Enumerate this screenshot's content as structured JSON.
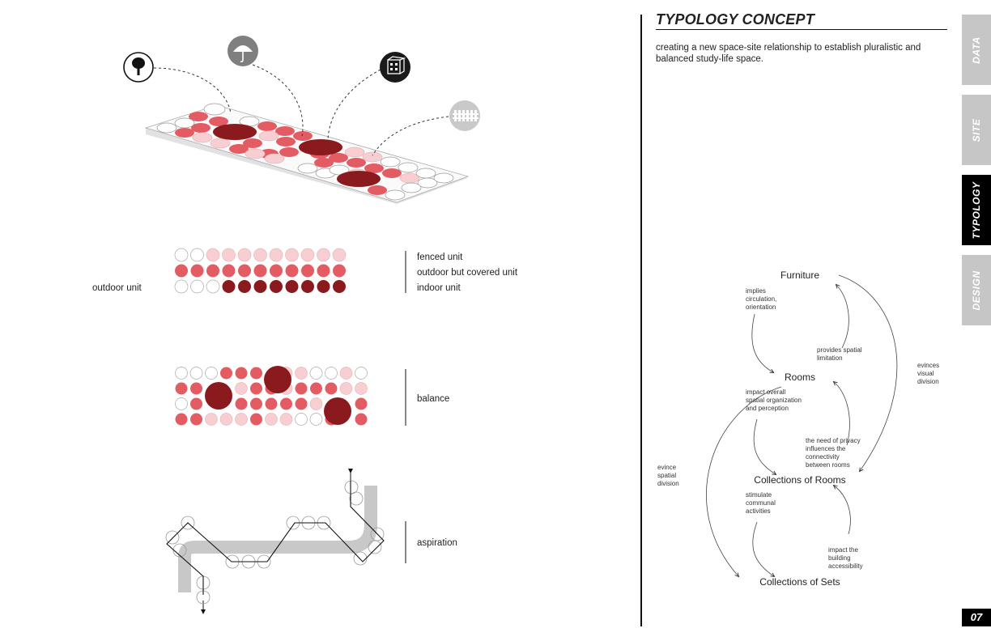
{
  "page": {
    "title": "TYPOLOGY CONCEPT",
    "description": "creating a new space-site relationship to establish pluralistic and balanced study-life space.",
    "page_number": "07"
  },
  "tabs": [
    {
      "label": "DATA",
      "active": false
    },
    {
      "label": "SITE",
      "active": false
    },
    {
      "label": "TYPOLOGY",
      "active": true
    },
    {
      "label": "DESIGN",
      "active": false
    }
  ],
  "colors": {
    "dark_red": "#8b1a1f",
    "red": "#e35b63",
    "pink": "#f7cfd2",
    "gray": "#c8c8c8",
    "tab_gray": "#c6c6c6"
  },
  "icons": [
    "tree-icon",
    "umbrella-icon",
    "building-icon",
    "fence-icon"
  ],
  "legend": {
    "fenced": "fenced unit",
    "covered": "outdoor but covered unit",
    "indoor": "indoor unit",
    "outdoor": "outdoor unit"
  },
  "diagrams": {
    "balance": "balance",
    "aspiration": "aspiration"
  },
  "flow": {
    "nodes": {
      "furniture": "Furniture",
      "rooms": "Rooms",
      "collections_rooms": "Collections of Rooms",
      "collections_sets": "Collections of Sets"
    },
    "labels": {
      "implies": [
        "implies",
        "circulation,",
        "orientation"
      ],
      "provides": [
        "provides spatial",
        "limitation"
      ],
      "evinces_visual": [
        "evinces",
        "visual",
        "division"
      ],
      "impact_overall": [
        "impact overall",
        "spatial organization",
        "and perception"
      ],
      "privacy": [
        "the need of privacy",
        "influences the",
        "connectivity",
        "between rooms"
      ],
      "evince_spatial": [
        "evince",
        "spatial",
        "division"
      ],
      "stimulate": [
        "stimulate",
        "communal",
        "activities"
      ],
      "impact_building": [
        "impact the",
        "building",
        "accessibility"
      ]
    }
  }
}
